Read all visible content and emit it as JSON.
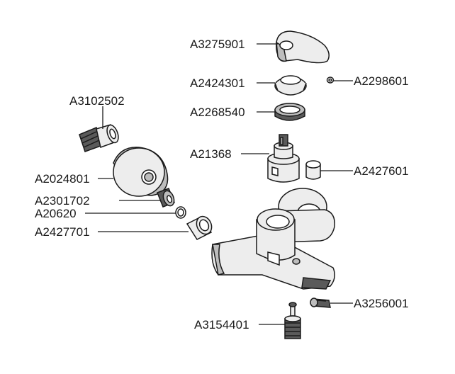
{
  "parts": [
    {
      "part_number": "A3275901",
      "icon": "handle-lever"
    },
    {
      "part_number": "A2424301",
      "icon": "trim-ring"
    },
    {
      "part_number": "A2298601",
      "icon": "small-screw"
    },
    {
      "part_number": "A2268540",
      "icon": "threaded-ring"
    },
    {
      "part_number": "A21368",
      "icon": "cartridge"
    },
    {
      "part_number": "A2427601",
      "icon": "cap"
    },
    {
      "part_number": "A3102502",
      "icon": "eccentric-connector"
    },
    {
      "part_number": "A2024801",
      "icon": "wall-flange"
    },
    {
      "part_number": "A2301702",
      "icon": "check-valve"
    },
    {
      "part_number": "A20620",
      "icon": "o-ring"
    },
    {
      "part_number": "A2427701",
      "icon": "nut"
    },
    {
      "part_number": "A3256001",
      "icon": "aerator"
    },
    {
      "part_number": "A3154401",
      "icon": "diverter"
    }
  ],
  "colors": {
    "line": "#1a1a1a",
    "light": "#ededed",
    "mid": "#bdbdbd",
    "dark": "#5a5a5a"
  }
}
